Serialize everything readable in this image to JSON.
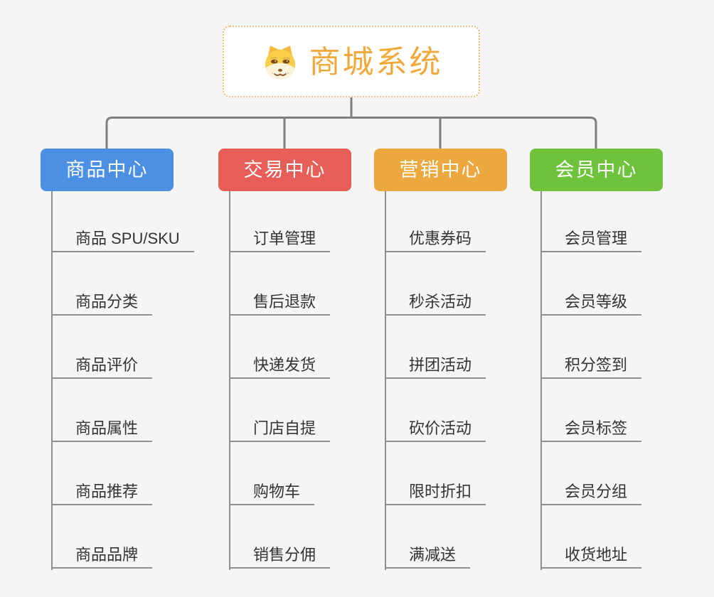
{
  "canvas": {
    "background": "#F5F5F6"
  },
  "root": {
    "title": "商城系统",
    "icon": "shiba-dog-icon",
    "text_color": "#F2A93C",
    "border_color": "#EBBE78"
  },
  "connector_color": "#7F7F7F",
  "line_color": "#8F8F8F",
  "branches": [
    {
      "id": "product-center",
      "label": "商品中心",
      "color": "#4B90E2",
      "children": [
        "商品 SPU/SKU",
        "商品分类",
        "商品评价",
        "商品属性",
        "商品推荐",
        "商品品牌"
      ]
    },
    {
      "id": "trade-center",
      "label": "交易中心",
      "color": "#E75D57",
      "children": [
        "订单管理",
        "售后退款",
        "快递发货",
        "门店自提",
        "购物车",
        "销售分佣"
      ]
    },
    {
      "id": "marketing-center",
      "label": "营销中心",
      "color": "#ECA83E",
      "children": [
        "优惠券码",
        "秒杀活动",
        "拼团活动",
        "砍价活动",
        "限时折扣",
        "满减送"
      ]
    },
    {
      "id": "member-center",
      "label": "会员中心",
      "color": "#6EC23C",
      "children": [
        "会员管理",
        "会员等级",
        "积分签到",
        "会员标签",
        "会员分组",
        "收货地址"
      ]
    }
  ]
}
